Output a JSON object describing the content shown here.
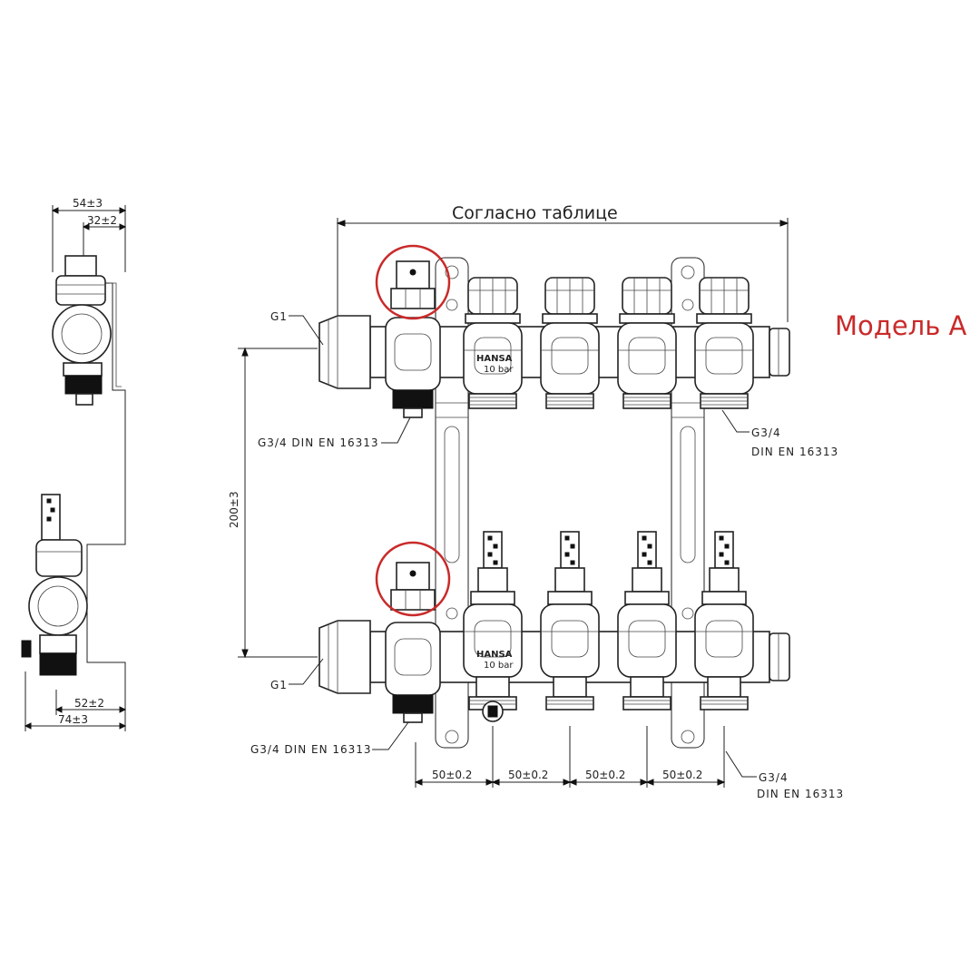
{
  "top_title": "Согласно таблице",
  "model_label": "Модель А",
  "model_color": "#c92a2a",
  "side_view": {
    "dim_width_top": "54±3",
    "dim_offset_top": "32±2",
    "dim_offset_bottom": "52±2",
    "dim_width_bottom": "74±3"
  },
  "front_view": {
    "vertical_distance": "200±3",
    "inlet_top": "G1",
    "inlet_bottom": "G1",
    "vent_top": "G3/4  DIN EN 16313",
    "vent_bottom": "G3/4  DIN EN 16313",
    "outlet_top_line1": "G3/4",
    "outlet_top_line2": "DIN EN 16313",
    "outlet_bottom_line1": "G3/4",
    "outlet_bottom_line2": "DIN EN 16313",
    "pitch_labels": [
      "50±0.2",
      "50±0.2",
      "50±0.2",
      "50±0.2"
    ],
    "brand": "HANSA",
    "brand_sub": "10 bar"
  }
}
